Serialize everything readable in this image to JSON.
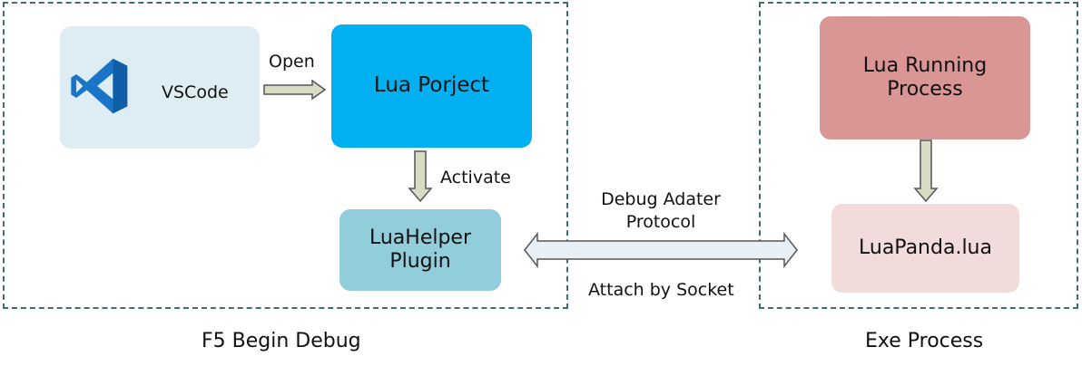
{
  "groups": {
    "left_caption": "F5 Begin Debug",
    "right_caption": "Exe Process"
  },
  "nodes": {
    "vscode": {
      "label": "VSCode",
      "icon": "vscode-logo-icon",
      "color": "#deedf4"
    },
    "lua_project": {
      "label": "Lua Porject",
      "color": "#00b0f0"
    },
    "luahelper": {
      "label": "LuaHelper Plugin",
      "color": "#92cddc"
    },
    "lua_running": {
      "label": "Lua Running Process",
      "color": "#da9694"
    },
    "luapanda": {
      "label": "LuaPanda.lua",
      "color": "#f2dcdb"
    }
  },
  "edges": {
    "open": "Open",
    "activate": "Activate",
    "protocol_line1": "Debug Adater",
    "protocol_line2": "Protocol",
    "socket": "Attach by Socket"
  },
  "colors": {
    "arrow_fill": "#d8dcc4",
    "arrow_stroke": "#555555",
    "vscode_blue": "#0f6cbd"
  }
}
